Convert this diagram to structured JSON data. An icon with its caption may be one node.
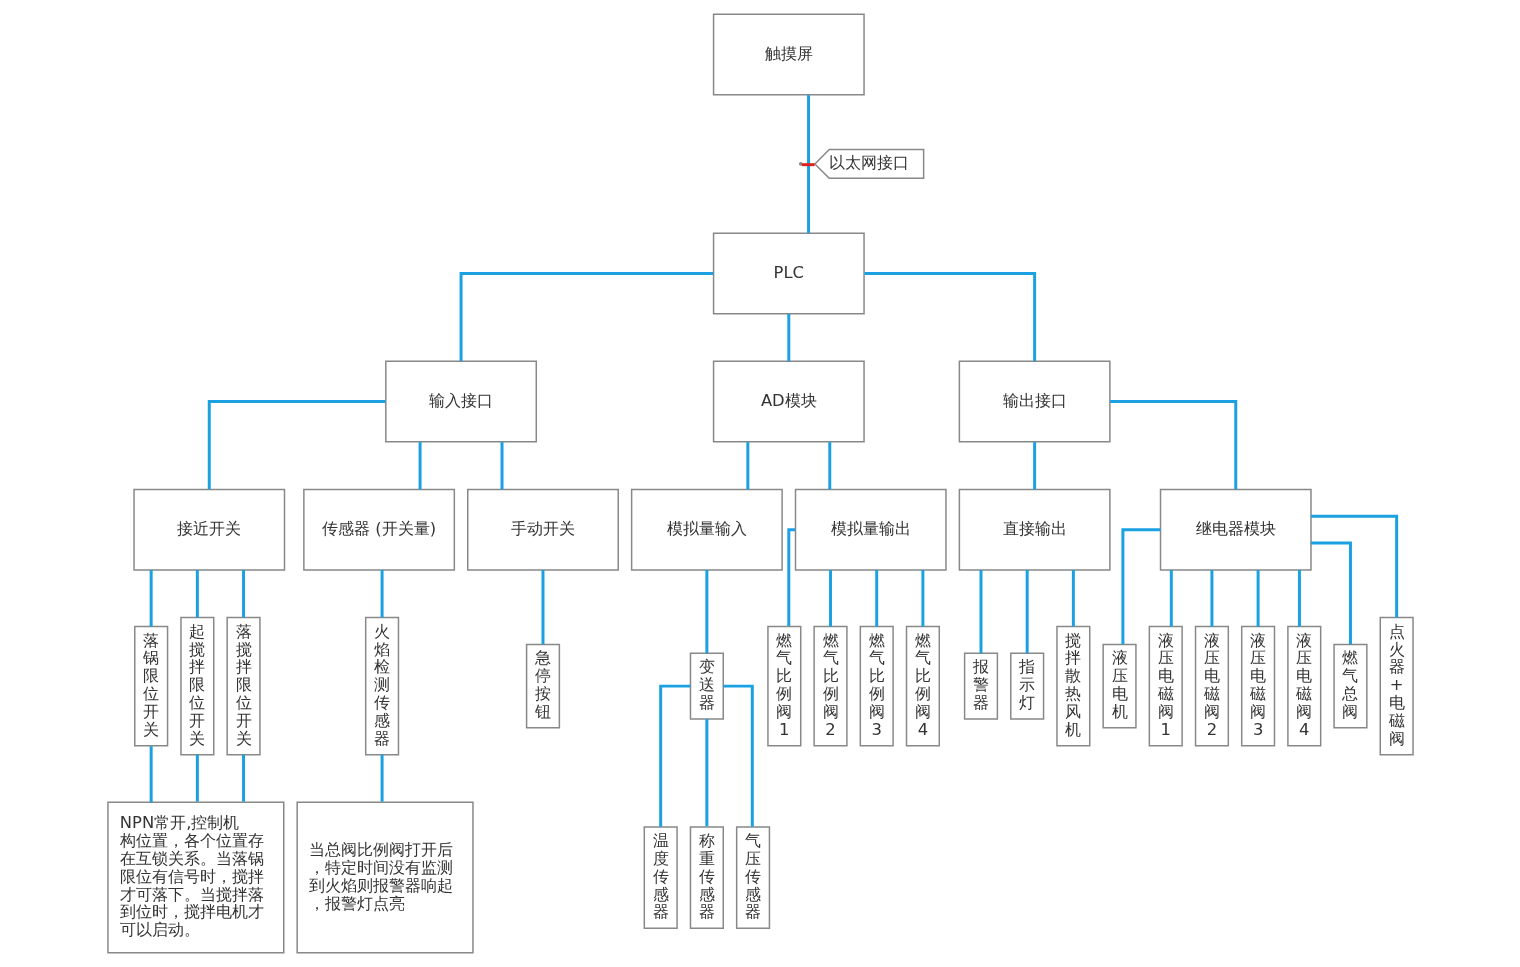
{
  "diagram": {
    "nodes": [
      {
        "text": [
          "触摸屏"
        ]
      },
      {
        "text": [
          "以太网接口"
        ]
      },
      {
        "text": [
          "PLC"
        ]
      },
      {
        "text": [
          "输入接口"
        ]
      },
      {
        "text": [
          "AD模块"
        ]
      },
      {
        "text": [
          "输出接口"
        ]
      },
      {
        "text": [
          "接近开关"
        ]
      },
      {
        "text": [
          "传感器 (开关量)"
        ]
      },
      {
        "text": [
          "手动开关"
        ]
      },
      {
        "text": [
          "模拟量输入"
        ]
      },
      {
        "text": [
          "模拟量输出"
        ]
      },
      {
        "text": [
          "直接输出"
        ]
      },
      {
        "text": [
          "继电器模块"
        ]
      },
      {
        "text": [
          "落锅限位开关"
        ]
      },
      {
        "text": [
          "起搅拌限位开关"
        ]
      },
      {
        "text": [
          "落搅拌限位开关"
        ]
      },
      {
        "text": [
          "火焰检测传感器"
        ]
      },
      {
        "text": [
          "急停按钮"
        ]
      },
      {
        "text": [
          "变送器"
        ]
      },
      {
        "text": [
          "燃气比例阀1"
        ]
      },
      {
        "text": [
          "燃气比例阀2"
        ]
      },
      {
        "text": [
          "燃气比例阀3"
        ]
      },
      {
        "text": [
          "燃气比例阀4"
        ]
      },
      {
        "text": [
          "报警器"
        ]
      },
      {
        "text": [
          "指示灯"
        ]
      },
      {
        "text": [
          "搅拌散热风机"
        ]
      },
      {
        "text": [
          "液压电机"
        ]
      },
      {
        "text": [
          "液压电磁阀1"
        ]
      },
      {
        "text": [
          "液压电磁阀2"
        ]
      },
      {
        "text": [
          "液压电磁阀3"
        ]
      },
      {
        "text": [
          "液压电磁阀4"
        ]
      },
      {
        "text": [
          "燃气总阀"
        ]
      },
      {
        "text": [
          "点火器+电磁阀"
        ]
      },
      {
        "text": [
          "温度传感器"
        ]
      },
      {
        "text": [
          "称重传感器"
        ]
      },
      {
        "text": [
          "气压传感器"
        ]
      },
      {
        "text": [
          "NPN常开,控制机构位置，各个位置存在互锁关系。当落锅限位有信号时，搅拌才可落下。当搅拌落到位时，搅拌电机才可以启动。"
        ]
      },
      {
        "text": [
          "当总阀比例阀打开后，特定时间没有监测到火焰则报警器响起，报警灯点亮"
        ]
      }
    ],
    "edges": [
      {
        "from": 0,
        "to": 2,
        "arrow": "none"
      },
      {
        "from": 1,
        "to": null,
        "arrow": "none",
        "color": "#e02020"
      },
      {
        "from": 2,
        "to": 3,
        "arrow": "none"
      },
      {
        "from": 2,
        "to": 4,
        "arrow": "none"
      },
      {
        "from": 2,
        "to": 5,
        "arrow": "none"
      },
      {
        "from": 3,
        "to": 6,
        "arrow": "none"
      },
      {
        "from": 3,
        "to": 7,
        "arrow": "none"
      },
      {
        "from": 3,
        "to": 8,
        "arrow": "none"
      },
      {
        "from": 4,
        "to": 9,
        "arrow": "none"
      },
      {
        "from": 4,
        "to": 10,
        "arrow": "none"
      },
      {
        "from": 5,
        "to": 11,
        "arrow": "none"
      },
      {
        "from": 5,
        "to": 12,
        "arrow": "none"
      },
      {
        "from": 6,
        "to": 13,
        "arrow": "none"
      },
      {
        "from": 6,
        "to": 14,
        "arrow": "none"
      },
      {
        "from": 6,
        "to": 15,
        "arrow": "none"
      },
      {
        "from": 7,
        "to": 16,
        "arrow": "none"
      },
      {
        "from": 8,
        "to": 17,
        "arrow": "none"
      },
      {
        "from": 9,
        "to": 18,
        "arrow": "none"
      },
      {
        "from": 18,
        "to": 33,
        "arrow": "none"
      },
      {
        "from": 18,
        "to": 34,
        "arrow": "none"
      },
      {
        "from": 18,
        "to": 35,
        "arrow": "none"
      },
      {
        "from": 10,
        "to": 19,
        "arrow": "none"
      },
      {
        "from": 10,
        "to": 20,
        "arrow": "none"
      },
      {
        "from": 10,
        "to": 21,
        "arrow": "none"
      },
      {
        "from": 10,
        "to": 22,
        "arrow": "none"
      },
      {
        "from": 11,
        "to": 23,
        "arrow": "none"
      },
      {
        "from": 11,
        "to": 24,
        "arrow": "none"
      },
      {
        "from": 11,
        "to": 25,
        "arrow": "none"
      },
      {
        "from": 12,
        "to": 26,
        "arrow": "none"
      },
      {
        "from": 12,
        "to": 27,
        "arrow": "none"
      },
      {
        "from": 12,
        "to": 28,
        "arrow": "none"
      },
      {
        "from": 12,
        "to": 29,
        "arrow": "none"
      },
      {
        "from": 12,
        "to": 30,
        "arrow": "none"
      },
      {
        "from": 12,
        "to": 31,
        "arrow": "none"
      },
      {
        "from": 12,
        "to": 32,
        "arrow": "none"
      },
      {
        "from": 13,
        "to": 36,
        "arrow": "none"
      },
      {
        "from": 14,
        "to": 36,
        "arrow": "none"
      },
      {
        "from": 15,
        "to": 36,
        "arrow": "none"
      },
      {
        "from": 16,
        "to": 37,
        "arrow": "none"
      }
    ]
  }
}
